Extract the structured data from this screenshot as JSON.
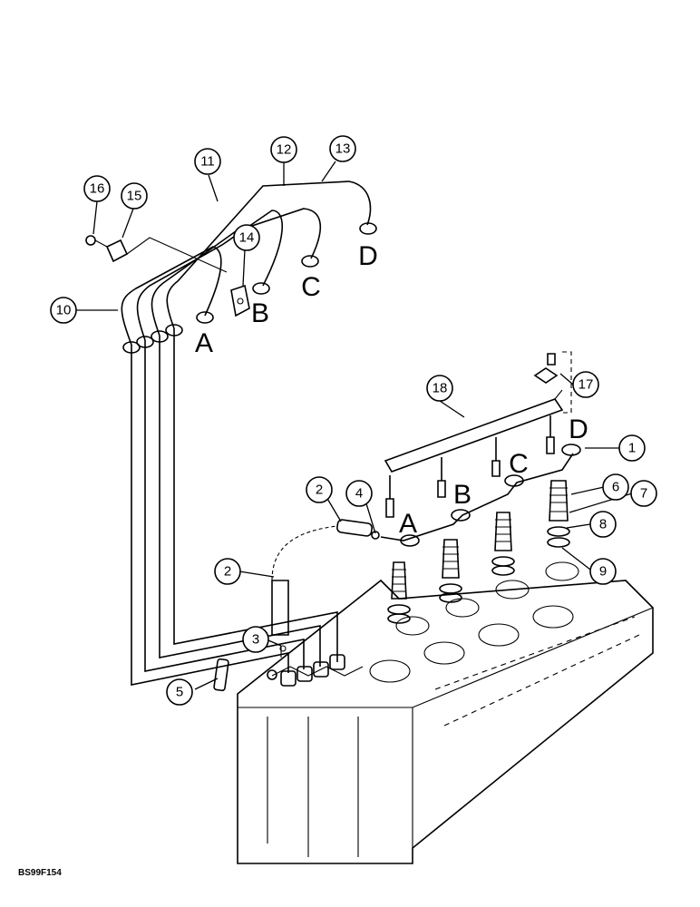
{
  "callouts": [
    "1",
    "2",
    "2",
    "3",
    "4",
    "5",
    "6",
    "7",
    "8",
    "9",
    "10",
    "11",
    "12",
    "13",
    "14",
    "15",
    "16",
    "17",
    "18"
  ],
  "line_letters": [
    "A",
    "B",
    "C",
    "D"
  ],
  "injector_letters": [
    "A",
    "B",
    "C",
    "D"
  ],
  "figure_id": "BS99F154"
}
